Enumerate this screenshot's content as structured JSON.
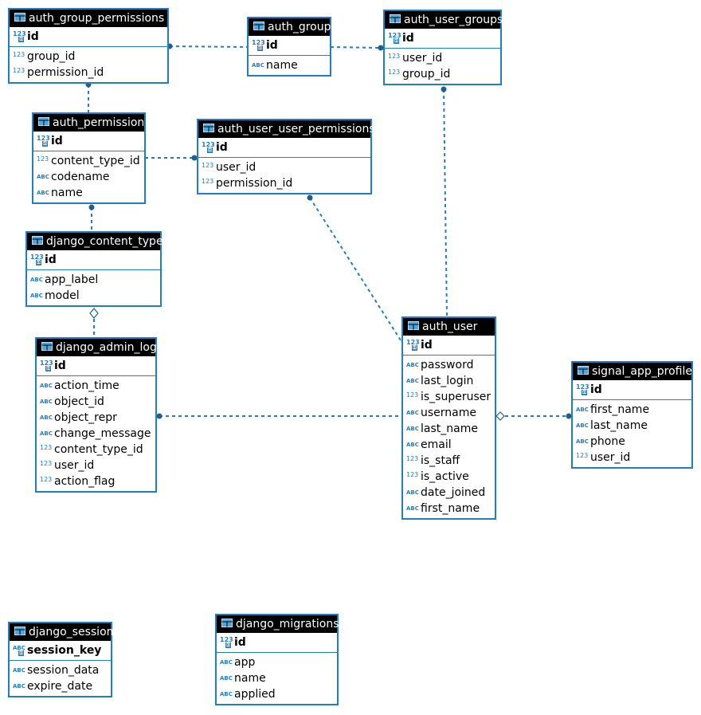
{
  "colors": {
    "accent": "#1f7fc4",
    "header_bg": "#000000",
    "header_text": "#ffffff",
    "connector": "#1f7fc4"
  },
  "icons": {
    "table": "table-icon",
    "numeric": "numeric-type-icon",
    "text": "text-type-icon",
    "primary_key": "primary-key-icon"
  },
  "tables": {
    "auth_group_permissions": {
      "name": "auth_group_permissions",
      "pk": {
        "type": "123",
        "name": "id"
      },
      "cols": [
        {
          "type": "123",
          "name": "group_id"
        },
        {
          "type": "123",
          "name": "permission_id"
        }
      ]
    },
    "auth_group": {
      "name": "auth_group",
      "pk": {
        "type": "123",
        "name": "id"
      },
      "cols": [
        {
          "type": "ABC",
          "name": "name"
        }
      ]
    },
    "auth_user_groups": {
      "name": "auth_user_groups",
      "pk": {
        "type": "123",
        "name": "id"
      },
      "cols": [
        {
          "type": "123",
          "name": "user_id"
        },
        {
          "type": "123",
          "name": "group_id"
        }
      ]
    },
    "auth_permission": {
      "name": "auth_permission",
      "pk": {
        "type": "123",
        "name": "id"
      },
      "cols": [
        {
          "type": "123",
          "name": "content_type_id"
        },
        {
          "type": "ABC",
          "name": "codename"
        },
        {
          "type": "ABC",
          "name": "name"
        }
      ]
    },
    "auth_user_user_permissions": {
      "name": "auth_user_user_permissions",
      "pk": {
        "type": "123",
        "name": "id"
      },
      "cols": [
        {
          "type": "123",
          "name": "user_id"
        },
        {
          "type": "123",
          "name": "permission_id"
        }
      ]
    },
    "django_content_type": {
      "name": "django_content_type",
      "pk": {
        "type": "123",
        "name": "id"
      },
      "cols": [
        {
          "type": "ABC",
          "name": "app_label"
        },
        {
          "type": "ABC",
          "name": "model"
        }
      ]
    },
    "django_admin_log": {
      "name": "django_admin_log",
      "pk": {
        "type": "123",
        "name": "id"
      },
      "cols": [
        {
          "type": "ABC",
          "name": "action_time"
        },
        {
          "type": "ABC",
          "name": "object_id"
        },
        {
          "type": "ABC",
          "name": "object_repr"
        },
        {
          "type": "ABC",
          "name": "change_message"
        },
        {
          "type": "123",
          "name": "content_type_id"
        },
        {
          "type": "123",
          "name": "user_id"
        },
        {
          "type": "123",
          "name": "action_flag"
        }
      ]
    },
    "auth_user": {
      "name": "auth_user",
      "pk": {
        "type": "123",
        "name": "id"
      },
      "cols": [
        {
          "type": "ABC",
          "name": "password"
        },
        {
          "type": "ABC",
          "name": "last_login"
        },
        {
          "type": "123",
          "name": "is_superuser"
        },
        {
          "type": "ABC",
          "name": "username"
        },
        {
          "type": "ABC",
          "name": "last_name"
        },
        {
          "type": "ABC",
          "name": "email"
        },
        {
          "type": "123",
          "name": "is_staff"
        },
        {
          "type": "123",
          "name": "is_active"
        },
        {
          "type": "ABC",
          "name": "date_joined"
        },
        {
          "type": "ABC",
          "name": "first_name"
        }
      ]
    },
    "signal_app_profile": {
      "name": "signal_app_profile",
      "pk": {
        "type": "123",
        "name": "id"
      },
      "cols": [
        {
          "type": "ABC",
          "name": "first_name"
        },
        {
          "type": "ABC",
          "name": "last_name"
        },
        {
          "type": "ABC",
          "name": "phone"
        },
        {
          "type": "123",
          "name": "user_id"
        }
      ]
    },
    "django_session": {
      "name": "django_session",
      "pk": {
        "type": "ABC",
        "name": "session_key"
      },
      "cols": [
        {
          "type": "ABC",
          "name": "session_data"
        },
        {
          "type": "ABC",
          "name": "expire_date"
        }
      ]
    },
    "django_migrations": {
      "name": "django_migrations",
      "pk": {
        "type": "123",
        "name": "id"
      },
      "cols": [
        {
          "type": "ABC",
          "name": "app"
        },
        {
          "type": "ABC",
          "name": "name"
        },
        {
          "type": "ABC",
          "name": "applied"
        }
      ]
    }
  }
}
